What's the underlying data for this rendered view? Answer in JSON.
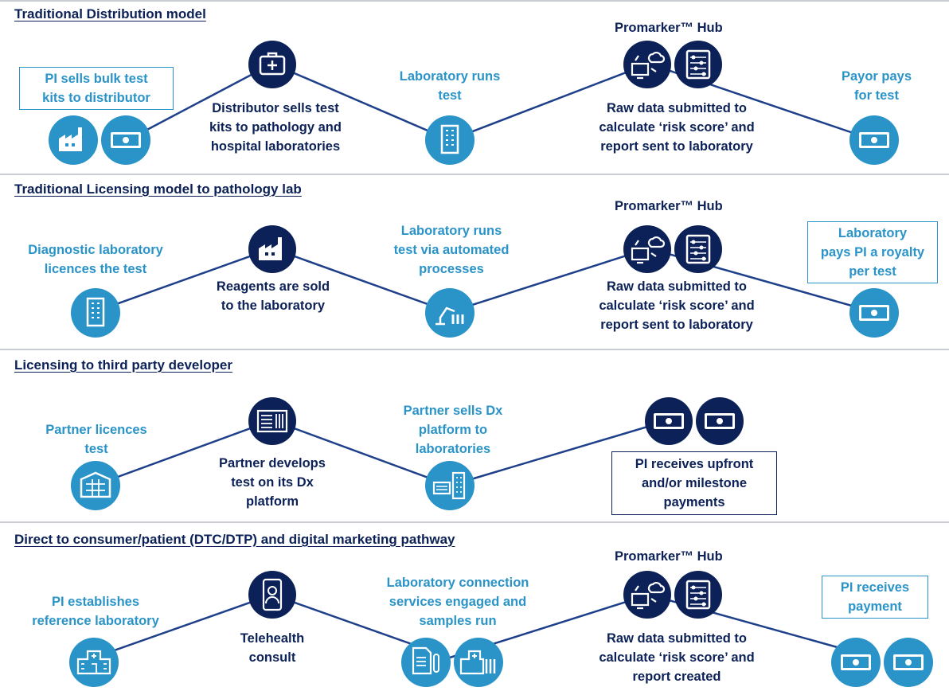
{
  "sections": [
    {
      "title": "Traditional Distribution model",
      "hub_label": "Promarker™ Hub",
      "labels": [
        [
          "PI sells bulk test",
          "kits to distributor"
        ],
        [
          "Distributor sells test",
          "kits to pathology and",
          "hospital laboratories"
        ],
        [
          "Laboratory runs",
          "test"
        ],
        [
          "Raw data submitted to",
          "calculate ‘risk score’ and",
          "report sent to laboratory"
        ],
        [
          "Payor pays",
          "for test"
        ]
      ],
      "icons": [
        "factory-icon",
        "money-icon",
        "medical-kit-icon",
        "building-icon",
        "cloud-computer-icon",
        "abacus-icon",
        "money-icon"
      ]
    },
    {
      "title": "Traditional Licensing model to pathology lab",
      "hub_label": "Promarker™ Hub",
      "labels": [
        [
          "Diagnostic laboratory",
          "licences the test"
        ],
        [
          "Reagents are sold",
          "to the laboratory"
        ],
        [
          "Laboratory runs",
          "test via automated",
          "processes"
        ],
        [
          "Raw data submitted to",
          "calculate ‘risk score’ and",
          "report sent to laboratory"
        ],
        [
          "Laboratory",
          "pays PI a royalty",
          "per test"
        ]
      ],
      "icons": [
        "building-icon",
        "factory-icon",
        "robot-arm-lab-icon",
        "cloud-computer-icon",
        "abacus-icon",
        "money-icon"
      ]
    },
    {
      "title": "Licensing to third party developer",
      "labels": [
        [
          "Partner licences",
          "test"
        ],
        [
          "Partner develops",
          "test on its Dx",
          "platform"
        ],
        [
          "Partner sells Dx",
          "platform to",
          "laboratories"
        ],
        [
          "PI receives upfront",
          "and/or milestone",
          "payments"
        ]
      ],
      "icons": [
        "office-building-icon",
        "dx-platform-icon",
        "lab-platform-icon",
        "money-icon",
        "money-icon"
      ]
    },
    {
      "title": "Direct to consumer/patient (DTC/DTP) and digital marketing pathway",
      "hub_label": "Promarker™ Hub",
      "labels": [
        [
          "PI establishes",
          "reference laboratory"
        ],
        [
          "Telehealth",
          "consult"
        ],
        [
          "Laboratory connection",
          "services engaged and",
          "samples run"
        ],
        [
          "Raw data submitted to",
          "calculate ‘risk score’ and",
          "report created"
        ],
        [
          "PI receives",
          "payment"
        ]
      ],
      "icons": [
        "hospital-icon",
        "telehealth-phone-icon",
        "document-testtube-icon",
        "hospital-lab-icon",
        "cloud-computer-icon",
        "abacus-icon",
        "money-icon",
        "money-icon"
      ]
    }
  ],
  "colors": {
    "light": "#2a93c8",
    "dark": "#0c2157",
    "line": "#1e3f8a",
    "separator": "#c9cdd3"
  }
}
